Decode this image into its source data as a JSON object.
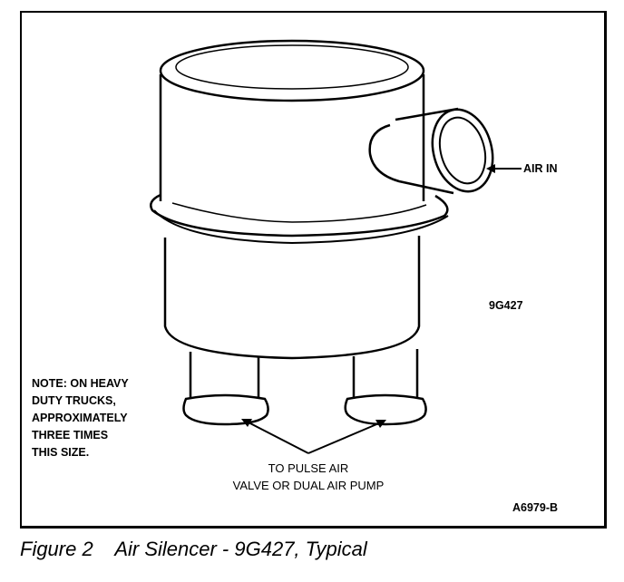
{
  "figure": {
    "caption": "Figure 2    Air Silencer - 9G427, Typical",
    "part_number": "9G427",
    "drawing_id": "A6979-B",
    "labels": {
      "air_in": "AIR IN",
      "outlet_line1": "TO PULSE AIR",
      "outlet_line2": "VALVE OR DUAL AIR PUMP"
    },
    "note": [
      "NOTE:  ON HEAVY",
      "DUTY TRUCKS,",
      "APPROXIMATELY",
      "THREE TIMES",
      "THIS SIZE."
    ]
  }
}
